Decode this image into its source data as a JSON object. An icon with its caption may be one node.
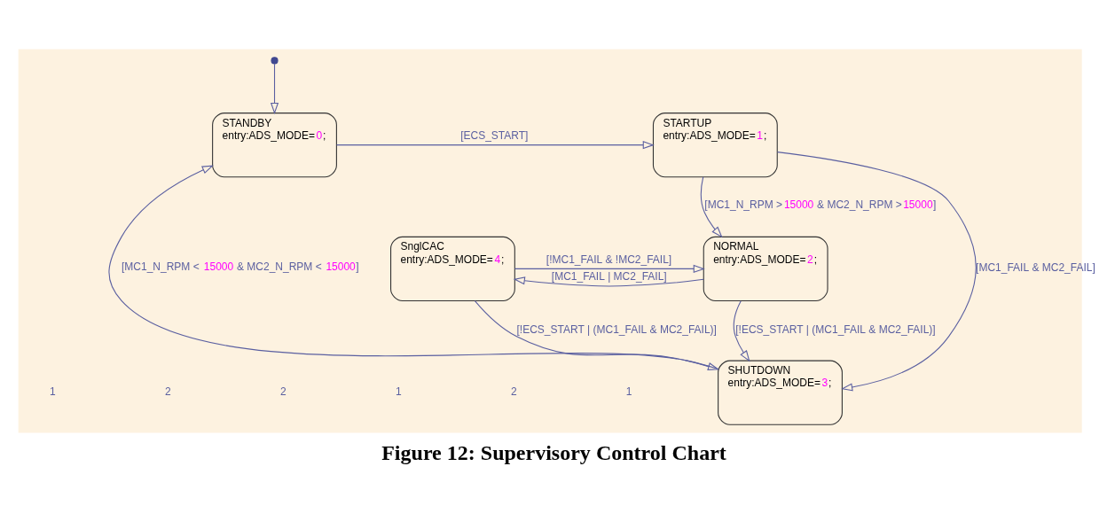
{
  "diagram": {
    "caption": "Figure 12: Supervisory Control Chart",
    "nodes": [
      {
        "text": [],
        "shape": "box"
      },
      {
        "text": [
          "STANDBY",
          "entry:ADS_MODE=0;"
        ],
        "in": 0
      },
      {
        "text": [
          "STARTUP",
          "entry:ADS_MODE=1;"
        ],
        "in": 0
      },
      {
        "text": [
          "NORMAL",
          "entry:ADS_MODE=2;"
        ],
        "in": 0
      },
      {
        "text": [
          "SnglCAC",
          "entry:ADS_MODE=4;"
        ],
        "in": 0
      },
      {
        "text": [
          "SHUTDOWN",
          "entry:ADS_MODE=3;"
        ],
        "in": 0
      },
      {
        "text": [],
        "shape": "circle",
        "in": 0
      }
    ],
    "edges": [
      {
        "from": 6,
        "to": 1,
        "arrow": "to"
      },
      {
        "from": 1,
        "to": 2,
        "arrow": "to",
        "label": "[ECS_START]"
      },
      {
        "from": 2,
        "to": 3,
        "arrow": "to",
        "label": "[MC1_N_RPM >15000 & MC2_N_RPM >15000]"
      },
      {
        "from": 2,
        "to": 5,
        "arrow": "to",
        "label": "[MC1_FAIL & MC2_FAIL]"
      },
      {
        "from": 3,
        "to": 4,
        "arrow": "to",
        "label": "[MC1_FAIL | MC2_FAIL]"
      },
      {
        "from": 4,
        "to": 3,
        "arrow": "to",
        "label": "[!MC1_FAIL & !MC2_FAIL]"
      },
      {
        "from": 3,
        "to": 5,
        "arrow": "to",
        "label": "[!ECS_START | (MC1_FAIL & MC2_FAIL)]"
      },
      {
        "from": 4,
        "to": 5,
        "arrow": "to",
        "label": "[!ECS_START | (MC1_FAIL & MC2_FAIL)]"
      },
      {
        "from": 5,
        "to": 1,
        "arrow": "to",
        "label": "[MC1_N_RPM < 15000 & MC2_N_RPM < 15000]"
      }
    ],
    "labels": [
      "1",
      "2",
      "1",
      "2",
      "2",
      "1"
    ]
  }
}
